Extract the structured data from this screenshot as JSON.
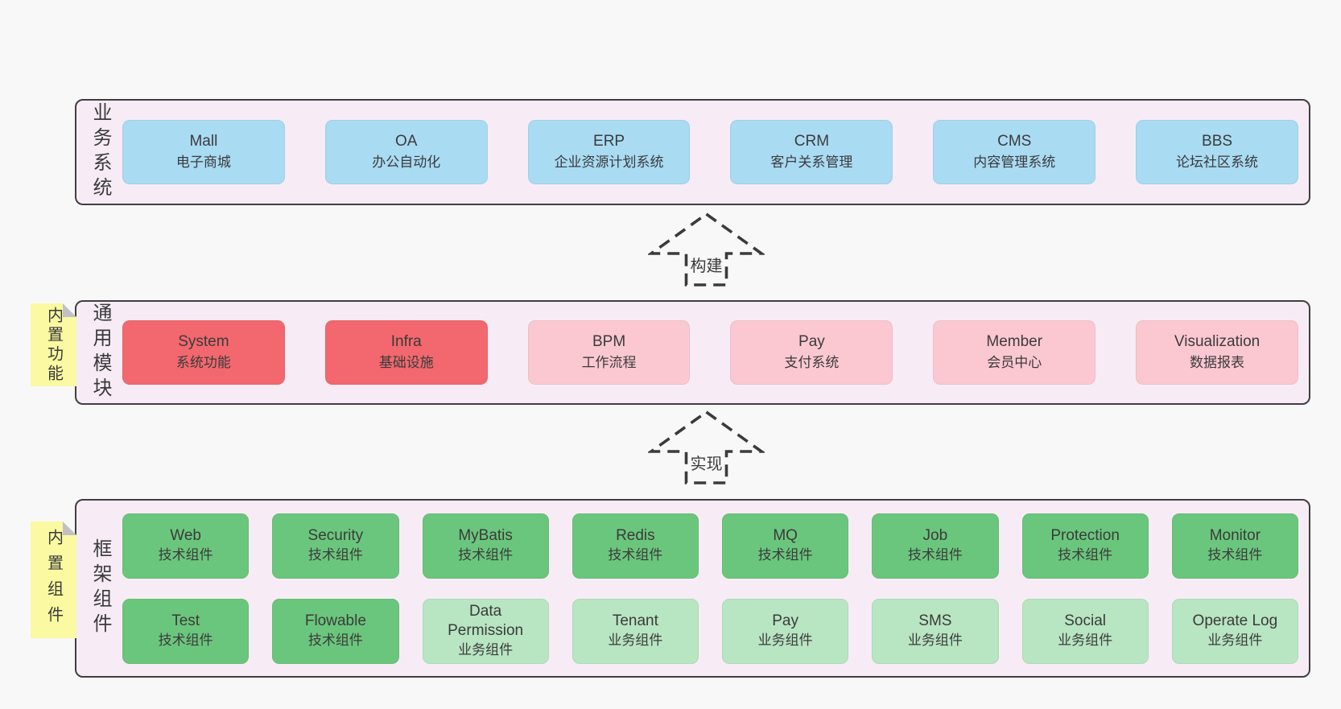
{
  "palette": {
    "background": "#f8f8f8",
    "container_fill": "#f7ecf5",
    "container_border": "#3f3f3f",
    "text": "#3b3b3b",
    "arrow": "#3b3b3b",
    "blue": "#a9dbf3",
    "red": "#f2686e",
    "pink": "#fbc8d2",
    "green": "#6bc67d",
    "green_light": "#b8e5c2",
    "sticky_yellow": "#fbf9a1",
    "sticky_fold": "#c0c0c6"
  },
  "arrows": [
    {
      "label": "构建"
    },
    {
      "label": "实现"
    }
  ],
  "layers": [
    {
      "side_label": "业务系统",
      "rows": [
        [
          {
            "name": "Mall",
            "desc": "电子商城",
            "variant": "blue"
          },
          {
            "name": "OA",
            "desc": "办公自动化",
            "variant": "blue"
          },
          {
            "name": "ERP",
            "desc": "企业资源计划系统",
            "variant": "blue"
          },
          {
            "name": "CRM",
            "desc": "客户关系管理",
            "variant": "blue"
          },
          {
            "name": "CMS",
            "desc": "内容管理系统",
            "variant": "blue"
          },
          {
            "name": "BBS",
            "desc": "论坛社区系统",
            "variant": "blue"
          }
        ]
      ]
    },
    {
      "side_label": "通用模块",
      "sticky": "内置功能",
      "rows": [
        [
          {
            "name": "System",
            "desc": "系统功能",
            "variant": "red"
          },
          {
            "name": "Infra",
            "desc": "基础设施",
            "variant": "red"
          },
          {
            "name": "BPM",
            "desc": "工作流程",
            "variant": "pink"
          },
          {
            "name": "Pay",
            "desc": "支付系统",
            "variant": "pink"
          },
          {
            "name": "Member",
            "desc": "会员中心",
            "variant": "pink"
          },
          {
            "name": "Visualization",
            "desc": "数据报表",
            "variant": "pink"
          }
        ]
      ]
    },
    {
      "side_label": "框架组件",
      "sticky": "内置组件",
      "rows": [
        [
          {
            "name": "Web",
            "desc": "技术组件",
            "variant": "green"
          },
          {
            "name": "Security",
            "desc": "技术组件",
            "variant": "green"
          },
          {
            "name": "MyBatis",
            "desc": "技术组件",
            "variant": "green"
          },
          {
            "name": "Redis",
            "desc": "技术组件",
            "variant": "green"
          },
          {
            "name": "MQ",
            "desc": "技术组件",
            "variant": "green"
          },
          {
            "name": "Job",
            "desc": "技术组件",
            "variant": "green"
          },
          {
            "name": "Protection",
            "desc": "技术组件",
            "variant": "green"
          },
          {
            "name": "Monitor",
            "desc": "技术组件",
            "variant": "green"
          }
        ],
        [
          {
            "name": "Test",
            "desc": "技术组件",
            "variant": "green"
          },
          {
            "name": "Flowable",
            "desc": "技术组件",
            "variant": "green"
          },
          {
            "name": "Data Permission",
            "desc": "业务组件",
            "variant": "green_light"
          },
          {
            "name": "Tenant",
            "desc": "业务组件",
            "variant": "green_light"
          },
          {
            "name": "Pay",
            "desc": "业务组件",
            "variant": "green_light"
          },
          {
            "name": "SMS",
            "desc": "业务组件",
            "variant": "green_light"
          },
          {
            "name": "Social",
            "desc": "业务组件",
            "variant": "green_light"
          },
          {
            "name": "Operate Log",
            "desc": "业务组件",
            "variant": "green_light"
          }
        ]
      ]
    }
  ]
}
